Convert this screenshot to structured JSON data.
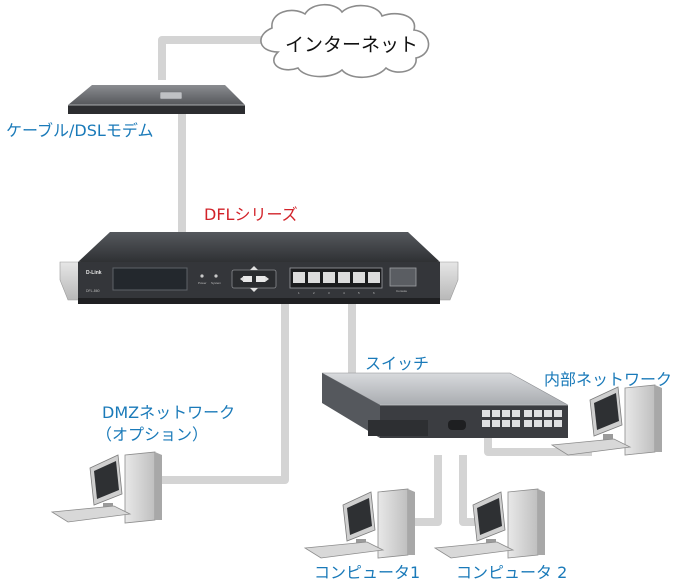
{
  "labels": {
    "internet": "インターネット",
    "modem": "ケーブル/DSLモデム",
    "dfl_series": "DFLシリーズ",
    "switch": "スイッチ",
    "internal_network": "内部ネットワーク",
    "dmz_line1": "DMZネットワーク",
    "dmz_line2": "（オプション）",
    "computer1": "コンピュータ1",
    "computer2": "コンピュータ 2"
  },
  "device_text": {
    "brand": "D-Link",
    "model": "DFL-860",
    "power": "Power",
    "system": "System",
    "console": "Console",
    "ports": [
      "1",
      "2",
      "3",
      "4",
      "5",
      "6"
    ]
  },
  "colors": {
    "label_blue": "#1a7ab9",
    "label_red": "#d2232a",
    "cable": "#d4d4d4",
    "device_dark": "#3a3c40"
  }
}
